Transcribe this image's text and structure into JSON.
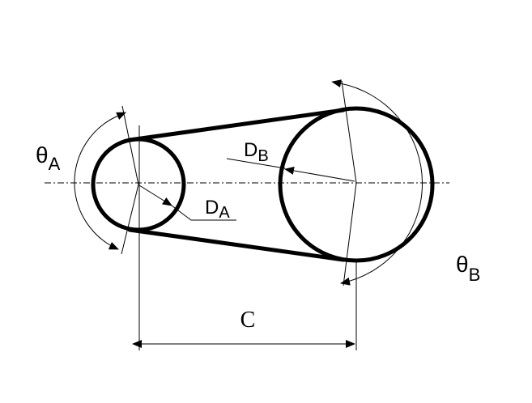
{
  "labels": {
    "theta_a": {
      "symbol": "θ",
      "subscript": "A"
    },
    "theta_b": {
      "symbol": "θ",
      "subscript": "B"
    },
    "diameter_a": {
      "symbol": "D",
      "subscript": "A"
    },
    "diameter_b": {
      "symbol": "D",
      "subscript": "B"
    },
    "center_distance": "C"
  }
}
